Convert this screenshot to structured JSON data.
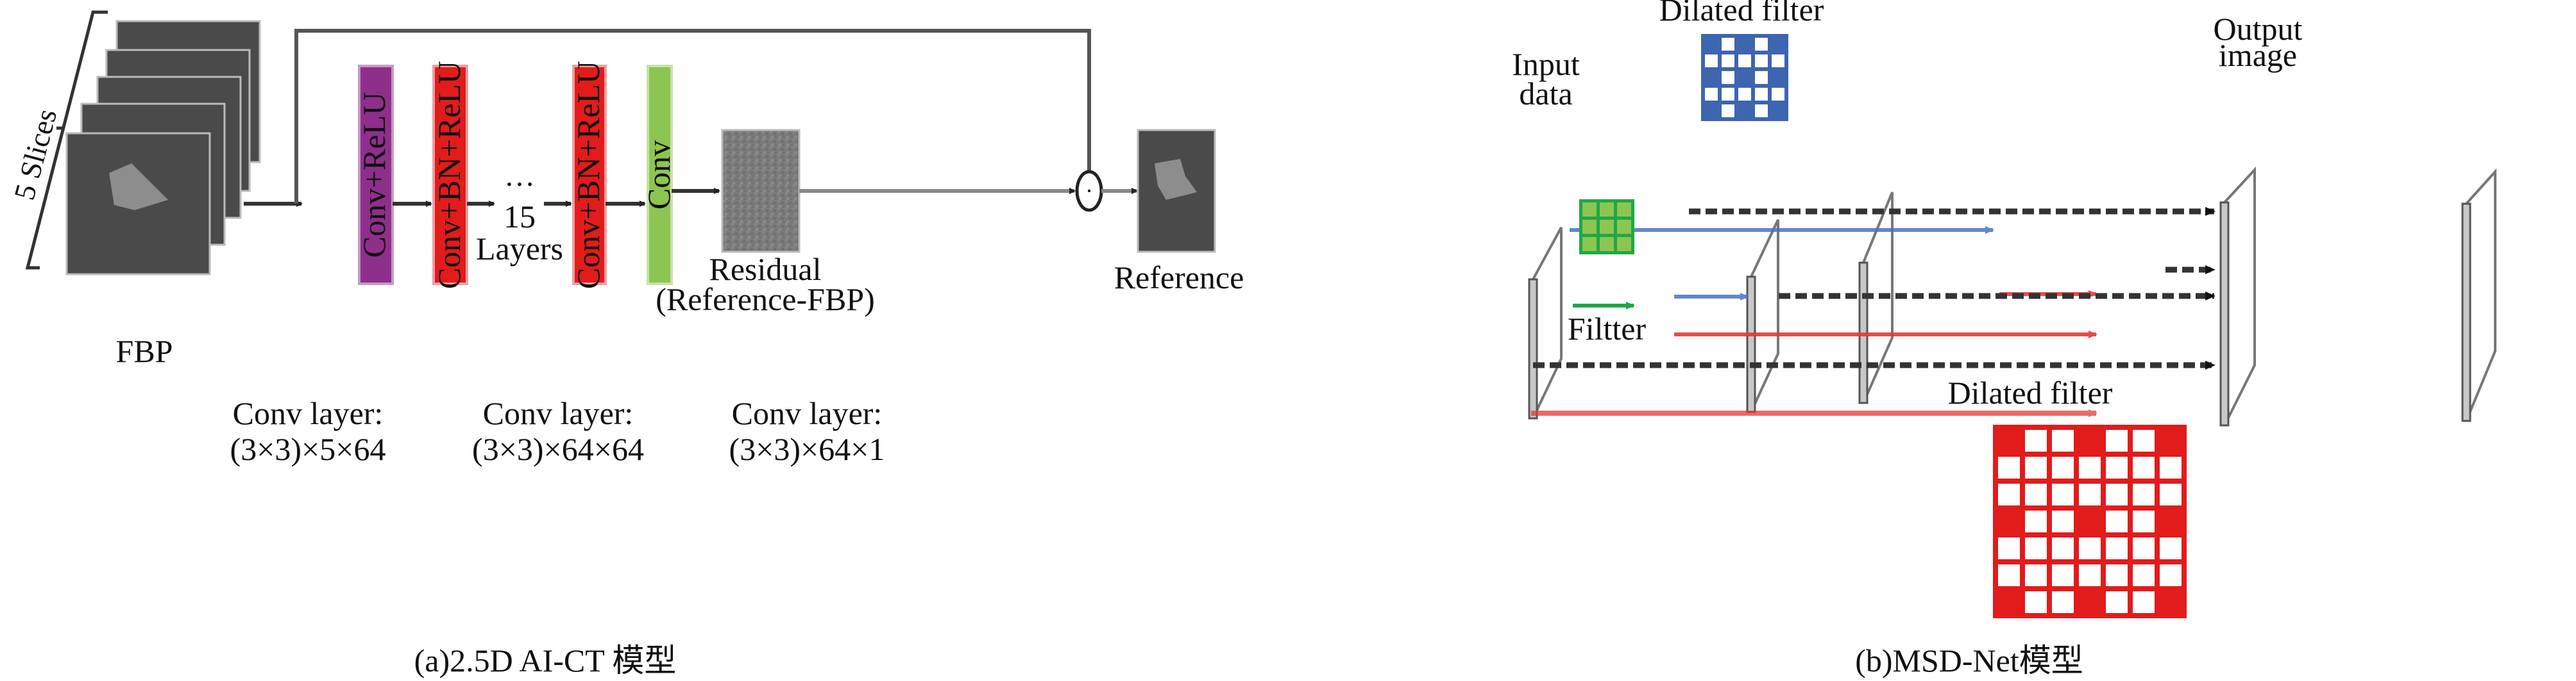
{
  "panel_a": {
    "caption": "(a)2.5D AI-CT 模型",
    "slices_label": "5 Slices",
    "input_label": "FBP",
    "layers": [
      {
        "id": "conv-relu",
        "label": "Conv+ReLU",
        "color": "#8e2f8c"
      },
      {
        "id": "conv-bn-relu-first",
        "label": "Conv+BN+ReLU",
        "color": "#e21b1b"
      },
      {
        "id": "conv-bn-relu-last",
        "label": "Conv+BN+ReLU",
        "color": "#e21b1b"
      },
      {
        "id": "conv-final",
        "label": "Conv",
        "color": "#8dc552"
      }
    ],
    "ellipsis": "…",
    "repeat_count": "15",
    "repeat_unit": "Layers",
    "conv_specs": [
      {
        "title": "Conv layer:",
        "dims": "(3×3)×5×64"
      },
      {
        "title": "Conv layer:",
        "dims": "(3×3)×64×64"
      },
      {
        "title": "Conv layer:",
        "dims": "(3×3)×64×1"
      }
    ],
    "residual_label": "Residual",
    "residual_sublabel": "(Reference-FBP)",
    "sum_symbol": "·",
    "output_label": "Reference"
  },
  "panel_b": {
    "caption": "(b)MSD-Net模型",
    "input_label_line1": "Input",
    "input_label_line2": "data",
    "filter_label": "Filtter",
    "dilated_filter_top_label": "Dilated filter",
    "dilated_filter_bottom_label": "Dilated filter",
    "output_label_line1": "Output",
    "output_label_line2": "image",
    "colors": {
      "filter_green": "#1fa845",
      "filter_cell": "#8dc552",
      "dilated_blue": "#3d65b0",
      "dilated_red": "#e21b1b",
      "arrow_blue": "#4a72c2",
      "arrow_red": "#e53935",
      "arrow_dashed": "#333333"
    },
    "small_filter_grid": {
      "rows": 3,
      "cols": 3
    },
    "blue_dilated_grid": {
      "pattern": [
        [
          1,
          0,
          1,
          0,
          1
        ],
        [
          0,
          0,
          0,
          0,
          0
        ],
        [
          1,
          0,
          1,
          0,
          1
        ],
        [
          0,
          0,
          0,
          0,
          0
        ],
        [
          1,
          0,
          1,
          0,
          1
        ]
      ]
    },
    "red_dilated_grid": {
      "pattern": [
        [
          1,
          0,
          0,
          1,
          0,
          0,
          1
        ],
        [
          0,
          0,
          0,
          0,
          0,
          0,
          0
        ],
        [
          0,
          0,
          0,
          0,
          0,
          0,
          0
        ],
        [
          1,
          0,
          0,
          1,
          0,
          0,
          1
        ],
        [
          0,
          0,
          0,
          0,
          0,
          0,
          0
        ],
        [
          0,
          0,
          0,
          0,
          0,
          0,
          0
        ],
        [
          1,
          0,
          0,
          1,
          0,
          0,
          1
        ]
      ]
    }
  }
}
